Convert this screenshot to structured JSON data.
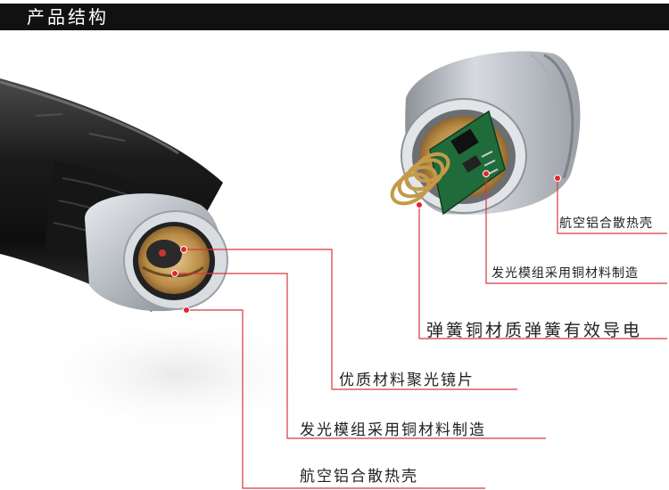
{
  "header": {
    "title": "产品结构"
  },
  "callouts": {
    "top_shell": "航空铝合散热壳",
    "top_module": "发光模组采用铜材料制造",
    "spring": "弹簧铜材质弹簧有效导电",
    "lens": "优质材料聚光镜片",
    "bottom_module": "发光模组采用铜材料制造",
    "bottom_shell": "航空铝合散热壳"
  },
  "colors": {
    "header_bg": "#111111",
    "header_text": "#ffffff",
    "callout_line": "#d9363e",
    "callout_dot": "#e0262e",
    "label_text": "#222222",
    "aluminum": "#c9cdd2",
    "body_black": "#1c1c1c",
    "brass": "#c9a25c",
    "pcb_green": "#1f6b3a"
  }
}
